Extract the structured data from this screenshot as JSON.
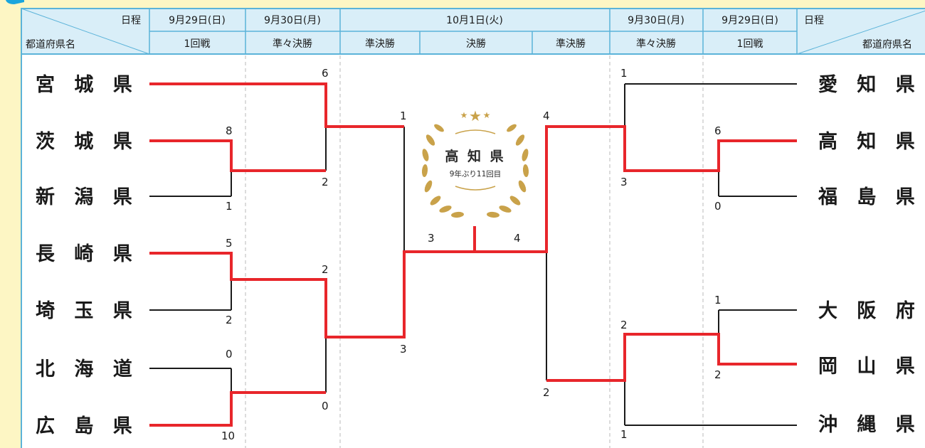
{
  "header": {
    "left": {
      "schedule_label": "日程",
      "prefecture_label": "都道府県名",
      "dates": [
        "9月29日(日)",
        "9月30日(月)"
      ],
      "rounds": [
        "1回戦",
        "準々決勝"
      ]
    },
    "center": {
      "date": "10月1日(火)",
      "rounds": [
        "準決勝",
        "決勝",
        "準決勝"
      ]
    },
    "right": {
      "schedule_label": "日程",
      "prefecture_label": "都道府県名",
      "dates": [
        "9月30日(月)",
        "9月29日(日)"
      ],
      "rounds": [
        "準々決勝",
        "1回戦"
      ]
    }
  },
  "teams": {
    "left": [
      "宮 城 県",
      "茨 城 県",
      "新 潟 県",
      "長 崎 県",
      "埼 玉 県",
      "北 海 道",
      "広 島 県"
    ],
    "right": [
      "愛 知 県",
      "高 知 県",
      "福 島 県",
      "大 阪 府",
      "岡 山 県",
      "沖 縄 県"
    ]
  },
  "scores": {
    "left_r1": [
      "8",
      "1",
      "5",
      "2",
      "0",
      "10"
    ],
    "left_qf": [
      "6",
      "2",
      "2",
      "0"
    ],
    "left_sf": [
      "1",
      "3"
    ],
    "final": [
      "3",
      "4"
    ],
    "right_sf": [
      "4",
      "2"
    ],
    "right_qf": [
      "1",
      "3",
      "2",
      "1"
    ],
    "right_r1": [
      "6",
      "0",
      "1",
      "2"
    ]
  },
  "champion": {
    "name": "高 知 県",
    "note": "9年ぶり11回目"
  },
  "colors": {
    "win_line": "#e8262b",
    "lose_line": "#1a1a1a",
    "header_bg": "#d9eef8",
    "border": "#5bb3d9",
    "accent": "#1aa5dd",
    "laurel": "#c9a24a"
  }
}
